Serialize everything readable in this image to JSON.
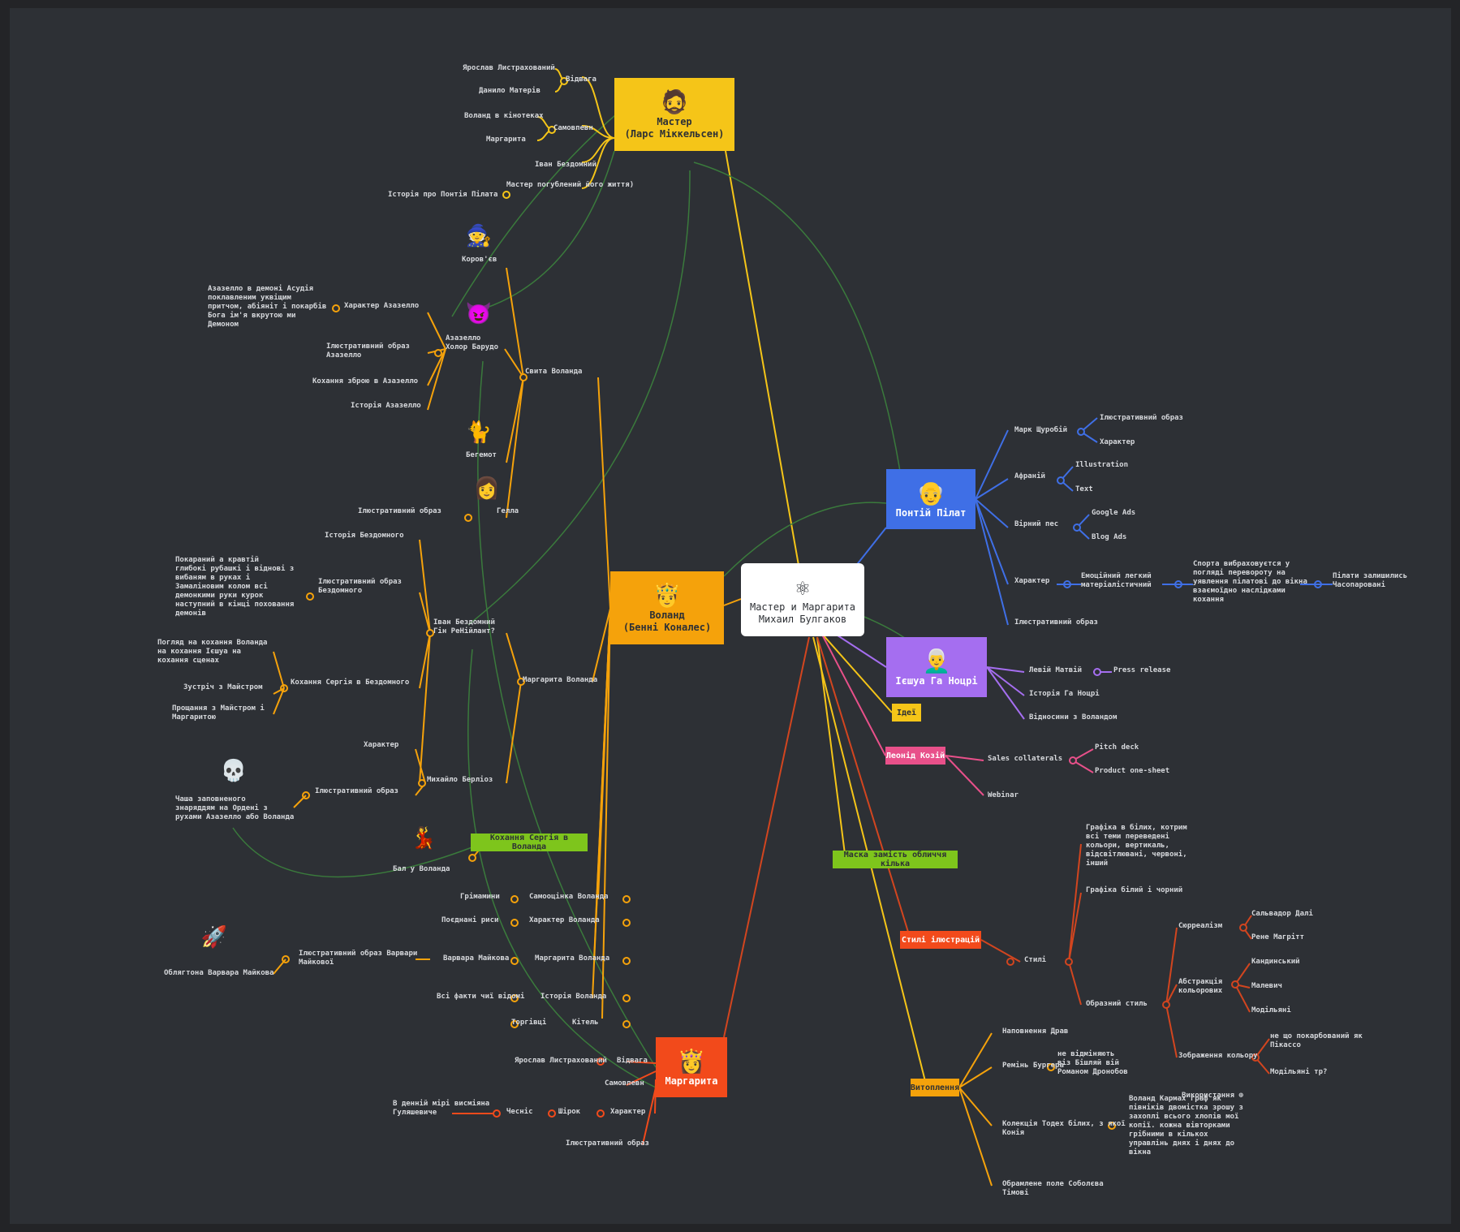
{
  "colors": {
    "background": "#2d3035",
    "master": "#f5c518",
    "woland": "#f5a20b",
    "pilate": "#3f6fe6",
    "yeshua": "#a56ef0",
    "margarita": "#f24a1b",
    "green_link": "#3a7a3c",
    "pink": "#e8508a",
    "lime": "#7ec51c",
    "red": "#d2451f"
  },
  "root": {
    "icon": "atom-icon",
    "title": "Мастер и Маргарита",
    "subtitle": "Михаил Булгаков"
  },
  "master": {
    "icon": "man-icon",
    "title": "Мастер\n(Ларс Міккельсен)"
  },
  "pilate": {
    "icon": "man-face-icon",
    "title": "Понтій Пілат"
  },
  "yeshua": {
    "icon": "old-man-icon",
    "title": "Ієшуа Га Ноцрі"
  },
  "woland": {
    "icon": "prince-icon",
    "title": "Воланд\n(Бенні Коналес)"
  },
  "margarita": {
    "icon": "woman-icon",
    "title": "Маргарита"
  },
  "tags": {
    "yellow_small": "Ідеї",
    "pink_box": "Леонід Козій",
    "lime_box": "Кохання Сергія в Воланда",
    "lime_box2": "Маска замість обличчя кілька",
    "red_box": "Стилі ілюстрацій",
    "orange_box": "Витоплення"
  },
  "master_branch": {
    "items": [
      "Відвага",
      "Самовпевн",
      "Іван Бездомний",
      "Мастер погублений його життя)"
    ],
    "details": [
      "Ярослав Листрахований",
      "Данило Матерів",
      "Воланд в кінотеках",
      "Маргарита",
      "Історія про Понтія Пілата"
    ]
  },
  "woland_branch": {
    "groups": [
      "Свита Воланда",
      "Маргарита Воланда"
    ],
    "suite": [
      "Коров'єв",
      "Азазелло\nХолор Барудо",
      "Бегемот",
      "Гелла"
    ],
    "azazello": [
      "Характер Азазелло",
      "Ілюстративний образ\nАзазелло",
      "Кохання зброю в Азазелло",
      "Історія Азазелло"
    ],
    "azazello_note": "Азазелло в демоні Асудія\nпоклавленим уквіщим\nпритчом, абіяніт і покарбів\nБога ім'я вкрутою ми\nДемоном",
    "gella": "Ілюстративний образ",
    "bezdomny_title": "Іван Бездомний\nГін РеНійлант?",
    "bezdomny": [
      "Історія Бездомного",
      "Ілюстративний образ\nБездомного",
      "Кохання Сергія в Бездомного",
      "Михайло Берліоз"
    ],
    "bezdomny_note": "Покараний а кравтій\nглибокі рубашкі і віднові з\nвибаням в руках і\nЗамаліновим колом всі\nдемонкими руки курок\nнаступний в кінці поховання\nдемонів",
    "sergiy": [
      "Погляд на кохання Воланда\nна кохання Ієшуа на\nкохання сценах",
      "Зустріч з Майстром",
      "Прощання з Майстром і\nМаргаритою"
    ],
    "berlioz": [
      "Характер",
      "Ілюстративний образ"
    ],
    "berlioz_note": "Чаша заповненого\nзнаряддям на Ордені з\nрухами Азазелло або Воланда",
    "ball": "Бал у Воланда",
    "woland_items": [
      "Самооцінка Воланда",
      "Характер Воланда",
      "Маргарита Воланда",
      "Історія Воланда",
      "Кітель"
    ],
    "woland_left": [
      "Грімамини",
      "Поєднані риси",
      "Варвара Майкова",
      "Всі факти чиї відомі",
      "Торгівці"
    ],
    "varvara": "Ілюстративний образ Варвари\nМайкової",
    "varvara_icon_label": "Облягтона Варвара Майкова"
  },
  "pilate_branch": {
    "items": [
      "Марк Щуробій",
      "Афраній",
      "Вірний пес",
      "Характер",
      "Ілюстративний образ"
    ],
    "mark": [
      "Ілюстративний образ",
      "Характер"
    ],
    "afraniy": [
      "Illustration",
      "Text"
    ],
    "dog": [
      "Google Ads",
      "Blog Ads"
    ],
    "character": [
      "Емоційний легкий\nматеріалістичний",
      "Спорта вибраховуєтся у\nпогляді перевороту на\nуявлення пілатові до вікна\nвзаємоїдно наслідками\nкохання",
      "Пілати залишились\nЧасопаровані"
    ]
  },
  "yeshua_branch": {
    "items": [
      "Левій Матвій",
      "Історія Га Ноцрі",
      "Відносини з Воландом"
    ],
    "levi": "Press release"
  },
  "pink_branch": {
    "items": [
      "Sales collaterals",
      "Webinar"
    ],
    "sales": [
      "Pitch deck",
      "Product one-sheet"
    ]
  },
  "red_branch": {
    "hub": "Стилі",
    "items": [
      "Графіка в білих, котрим\nвсі теми переведені\nкольори, вертикаль,\nвідсвітлювані, червоні,\nінший",
      "Графіка білий і чорний",
      "Образний стиль"
    ],
    "style_groups": [
      "Сюрреалізм",
      "Абстракція\nкольорових",
      "Зображення кольору"
    ],
    "surreal": [
      "Сальвадор Далі",
      "Рене Магрітт"
    ],
    "abstract": [
      "Кандинський",
      "Малевич",
      "Модільяні"
    ],
    "image": [
      "не що покарбований як\nПікассо",
      "Модільяні тр?"
    ],
    "note": "Використання ⊕"
  },
  "orange_branch": {
    "items": [
      "Наповнення Драв",
      "Ремінь Бургера",
      "Колекція Тодех білих, з якої\nКонія",
      "Обрамлене поле Соболєва\nТімові"
    ],
    "remin": "не відміняють\nвіз Бішляй вій\nРоманом Дронобов",
    "kolektsiya": "Воланд Кармах граф як\nпівніків двомістка зрошу з\nзахоплі всього хлопів мої\nкопії. кожна вівторками\nгрібними в кількох\nуправлінь днях і днях до\nвікна"
  },
  "margarita_branch": {
    "items": [
      "Відвага",
      "Самовпевн",
      "Характер",
      "Ілюстративний образ"
    ],
    "details": [
      "Ярослав Листрахований",
      "Шірок",
      "Чесніс"
    ],
    "note": "В денній мірі висміяна\nГуляшевиче"
  }
}
